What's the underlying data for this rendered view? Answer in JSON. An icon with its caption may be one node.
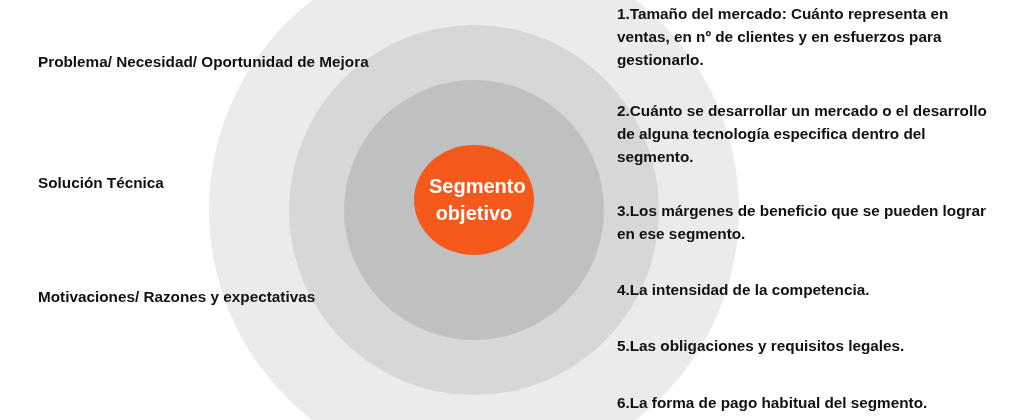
{
  "diagram": {
    "nodes": [
      {
        "text": [],
        "shape": "circle"
      },
      {
        "text": [],
        "shape": "circle",
        "in": 0
      },
      {
        "text": [],
        "shape": "circle",
        "in": 1
      },
      {
        "text": [
          "Segmento objetivo"
        ],
        "in": 2
      }
    ],
    "edges": [],
    "labels": [
      "Problema/ Necesidad/ Oportunidad de Mejora",
      "1.Tamaño del mercado: Cuánto representa en ventas, en nº de clientes y en esfuerzos para gestionarlo.",
      "2.Cuánto se desarrollar un mercado o el desarrollo de alguna tecnología especifica dentro del segmento.",
      "Solución Técnica",
      "3.Los márgenes de beneficio que se pueden lograr en ese segmento.",
      "4.La intensidad de la competencia.",
      "Motivaciones/ Razones y expectativas",
      "5.Las obligaciones y requisitos legales.",
      "6.La forma de pago habitual del segmento."
    ]
  }
}
